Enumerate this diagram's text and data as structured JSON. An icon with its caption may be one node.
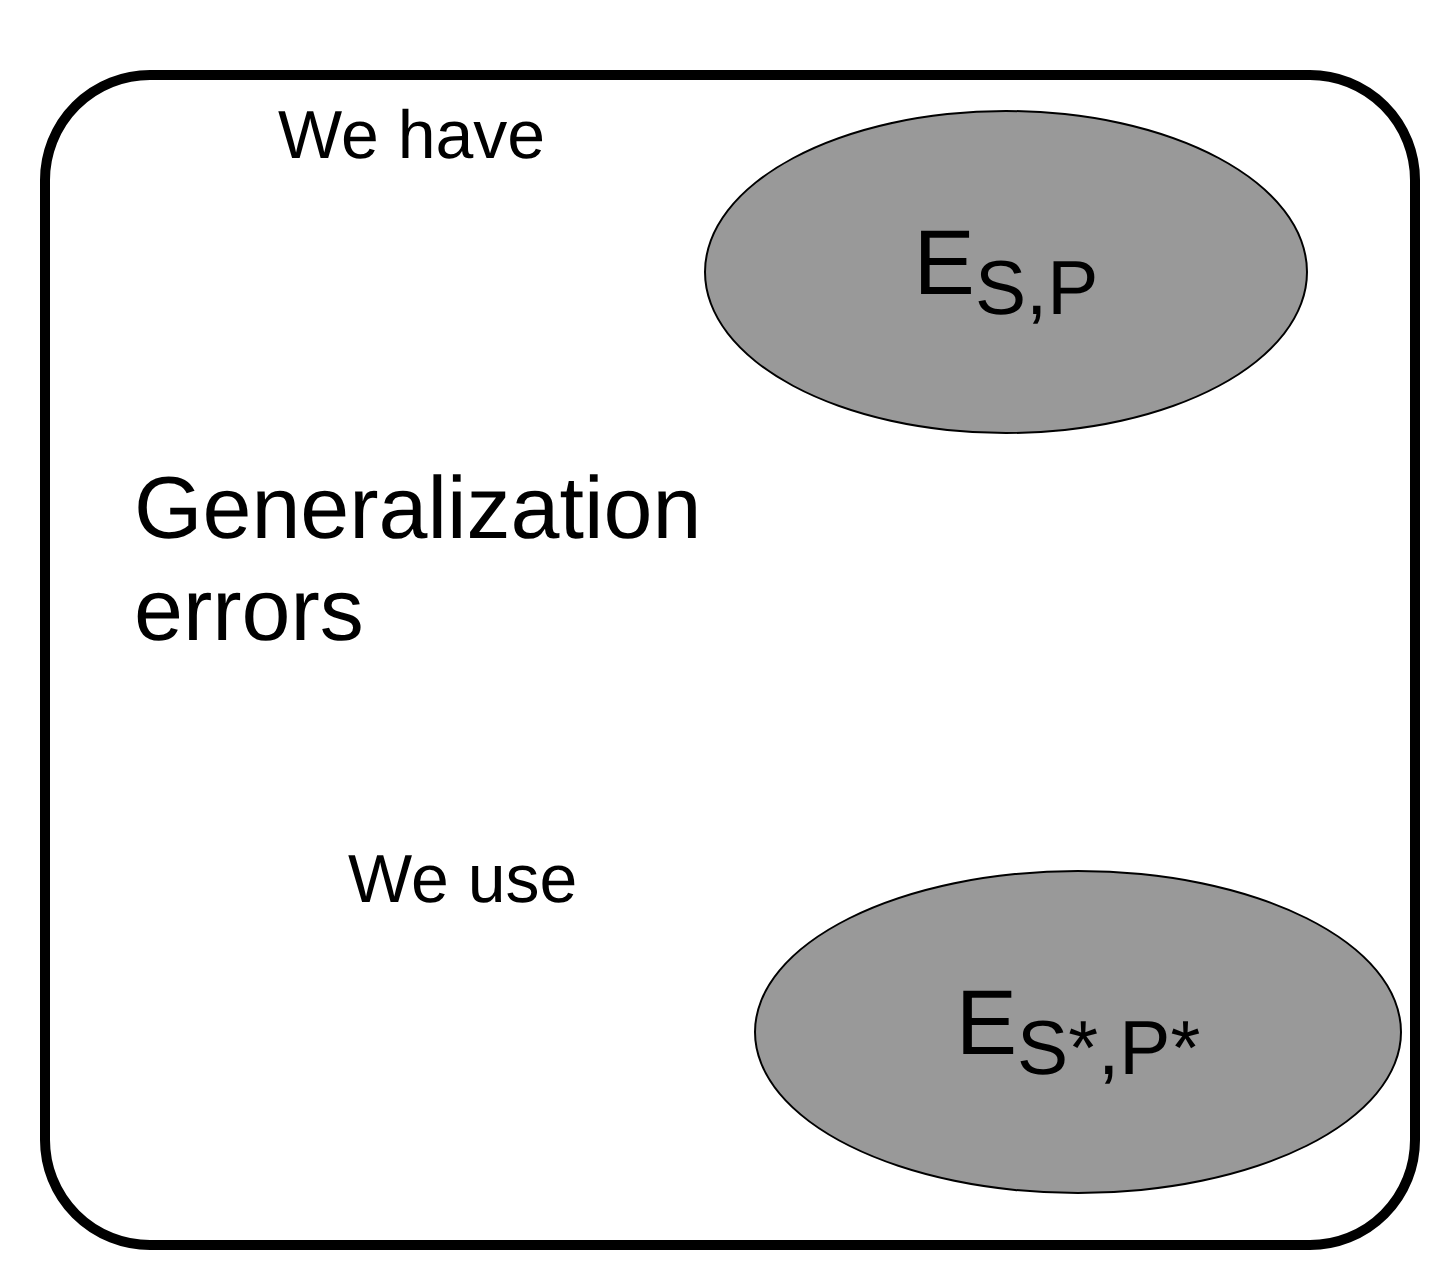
{
  "diagram": {
    "nodes": [
      {
        "text": [
          "Generalization errors"
        ]
      },
      {
        "text": [
          "E$_{S,P}$"
        ],
        "beside": [
          "We have"
        ],
        "in": 0
      },
      {
        "text": [
          "E$_{S*,P*}$"
        ],
        "beside": [
          "We use"
        ],
        "in": 0
      }
    ]
  }
}
